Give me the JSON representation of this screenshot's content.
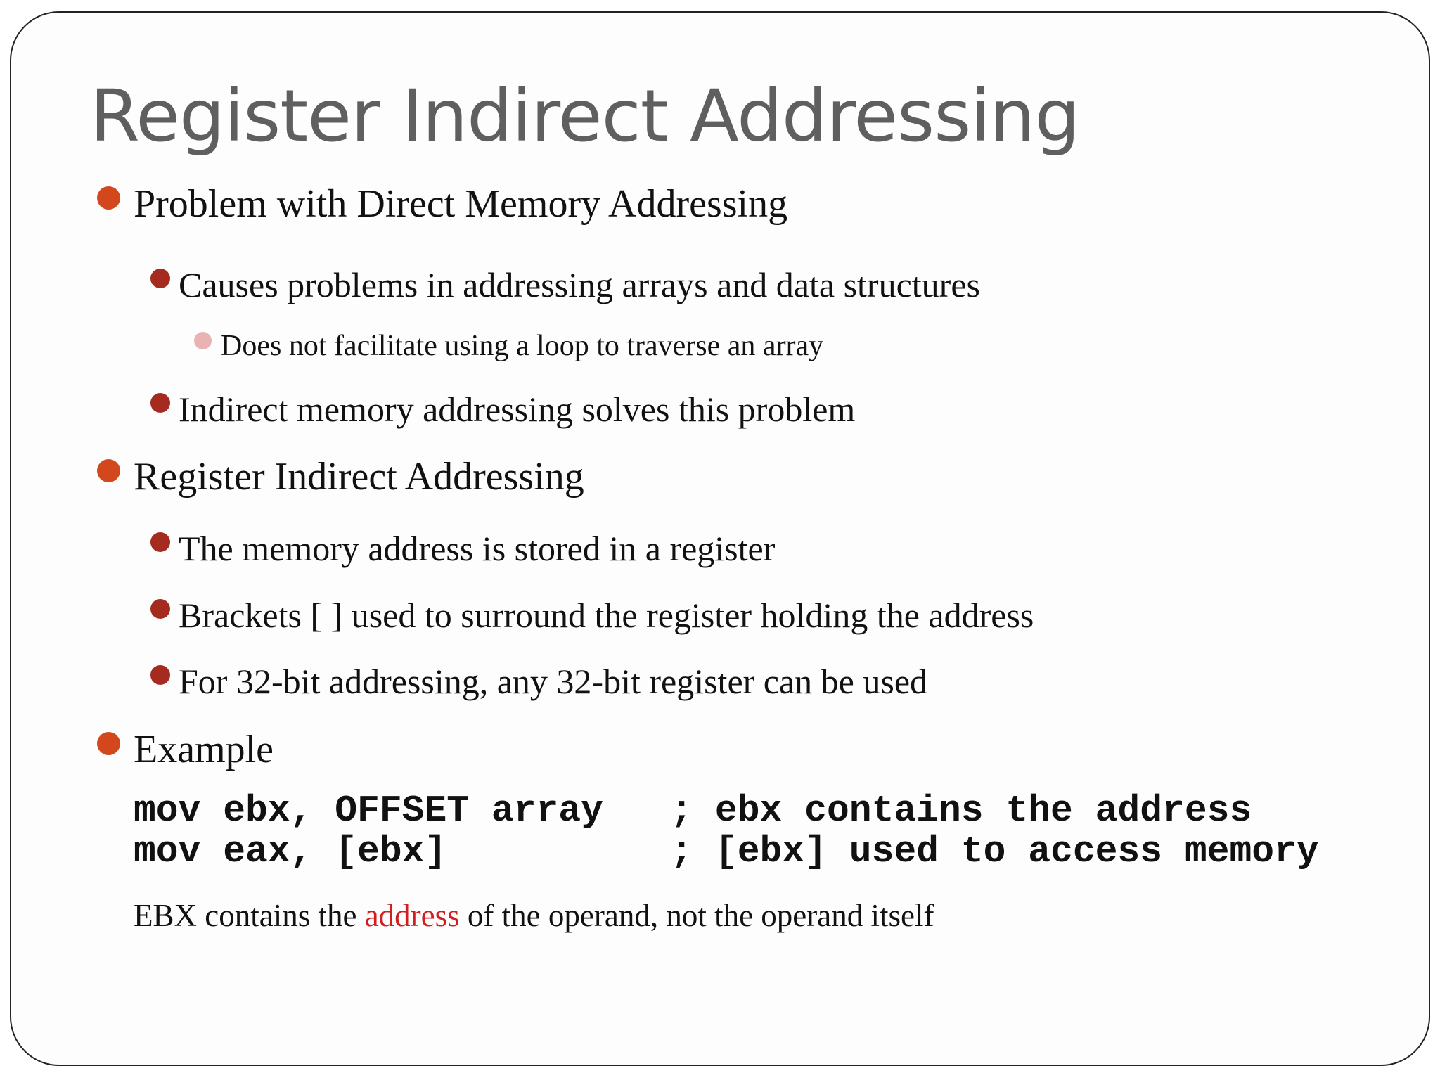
{
  "slide": {
    "title": "Register Indirect Addressing",
    "bullets": {
      "b1": {
        "text": "Problem with Direct Memory Addressing",
        "color": "#d2471c"
      },
      "b1_1": {
        "text": "Causes problems in addressing arrays and data structures",
        "color": "#a52a20"
      },
      "b1_1_1": {
        "text": "Does not facilitate using a loop to traverse an array",
        "color": "#e9b3b3"
      },
      "b1_2": {
        "text": "Indirect memory addressing solves this problem",
        "color": "#a52a20"
      },
      "b2": {
        "text": "Register Indirect Addressing",
        "color": "#d2471c"
      },
      "b2_1": {
        "text": "The memory address is stored in a register",
        "color": "#a52a20"
      },
      "b2_2": {
        "text": "Brackets [ ] used to surround the register holding the address",
        "color": "#a52a20"
      },
      "b2_3": {
        "text": "For 32-bit addressing, any 32-bit register can be used",
        "color": "#a52a20"
      },
      "b3": {
        "text": "Example",
        "color": "#d2471c"
      }
    },
    "code": {
      "line1": "mov ebx, OFFSET array   ; ebx contains the address",
      "line2": "mov eax, [ebx]          ; [ebx] used to access memory"
    },
    "note": {
      "before": "EBX contains the ",
      "highlight": "address",
      "after": " of the operand, not the operand itself",
      "highlight_color": "#d11f1f"
    }
  }
}
